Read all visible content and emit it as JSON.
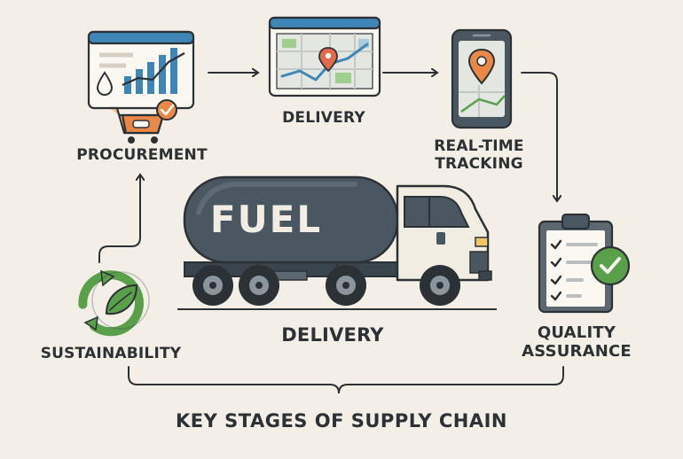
{
  "stages": {
    "procurement": "PROCUREMENT",
    "delivery_top": "DELIVERY",
    "tracking_line1": "REAL-TIME",
    "tracking_line2": "TRACKING",
    "sustainability": "SUSTAINABILITY",
    "delivery_main": "DELIVERY",
    "quality_line1": "QUALITY",
    "quality_line2": "ASSURANCE"
  },
  "truck": {
    "tank_text": "FUEL"
  },
  "footer": "KEY STAGES OF SUPPLY CHAIN",
  "colors": {
    "background": "#f4efe6",
    "outline": "#2c3135",
    "accent_blue": "#3d86b5",
    "accent_orange": "#e8894a",
    "accent_green": "#5aa04a",
    "map_pin": "#e2694a",
    "tank": "#4a5660"
  },
  "icons": {
    "procurement": "analytics-dashboard-cart-icon",
    "delivery": "map-route-icon",
    "tracking": "phone-location-icon",
    "quality": "clipboard-checklist-icon",
    "sustainability": "recycle-leaf-icon"
  }
}
